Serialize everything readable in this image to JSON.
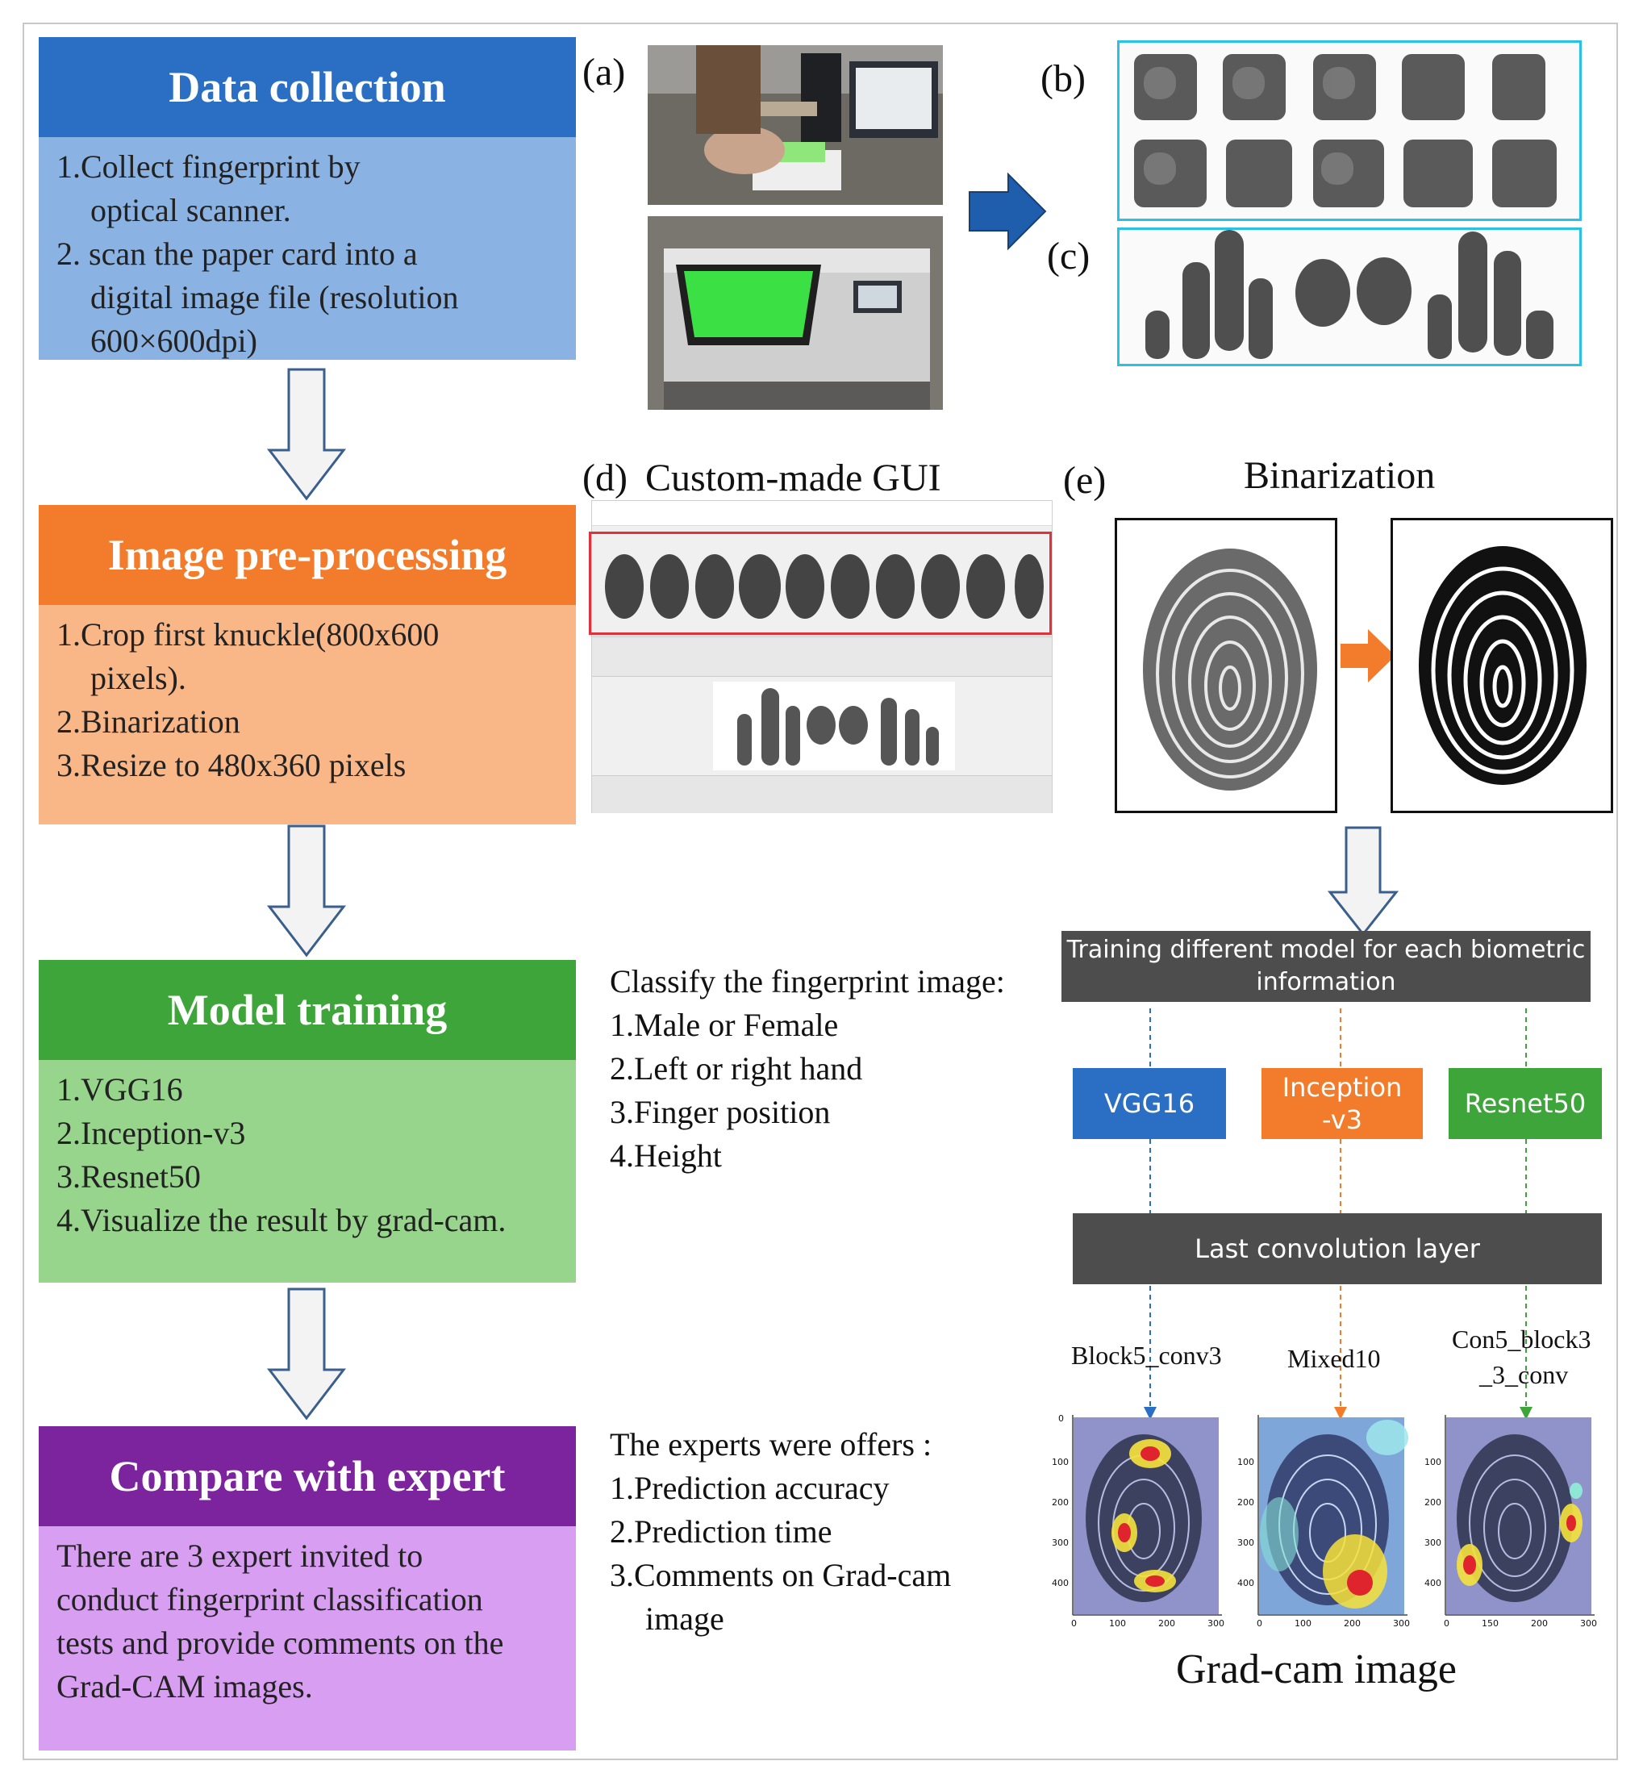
{
  "steps": [
    {
      "title": "Data collection",
      "lines": [
        "1.Collect fingerprint by",
        "optical scanner.",
        "2. scan the  paper card into a",
        "digital image file (resolution",
        "600×600dpi)"
      ],
      "color_head": "#2a6fc4",
      "color_body": "#8ab2e2"
    },
    {
      "title": "Image pre-processing",
      "lines": [
        "1.Crop first knuckle(800x600",
        "pixels).",
        "2.Binarization",
        "3.Resize to 480x360 pixels"
      ],
      "color_head": "#f27c2b",
      "color_body": "#f9b687"
    },
    {
      "title": "Model training",
      "lines": [
        "1.VGG16",
        "2.Inception-v3",
        "3.Resnet50",
        "4.Visualize the result by grad-cam."
      ],
      "color_head": "#3ea53a",
      "color_body": "#96d58b"
    },
    {
      "title": "Compare with expert",
      "lines": [
        "There are 3 expert invited to",
        "conduct fingerprint classification",
        "tests and provide comments on the",
        "Grad-CAM images."
      ],
      "color_head": "#7b249d",
      "color_body": "#d89ef2"
    }
  ],
  "panels": {
    "a": "(a)",
    "b": "(b)",
    "c": "(c)",
    "d": "(d)",
    "d_title": "Custom-made GUI",
    "e": "(e)",
    "e_title": "Binarization"
  },
  "classify": {
    "heading": "Classify the fingerprint image:",
    "items": [
      "1.Male or Female",
      "2.Left or right hand",
      "3.Finger position",
      "4.Height"
    ]
  },
  "experts": {
    "heading": "The experts were offers :",
    "items": [
      "1.Prediction accuracy",
      "2.Prediction time",
      "3.Comments on Grad-cam",
      "image"
    ]
  },
  "training_box": [
    "Training different model for each biometric",
    "information"
  ],
  "models": [
    {
      "name": "VGG16",
      "color": "#2a6fc4"
    },
    {
      "name": "Inception\n-v3",
      "line1": "Inception",
      "line2": "-v3",
      "color": "#f27c2b"
    },
    {
      "name": "Resnet50",
      "color": "#3ea53a"
    }
  ],
  "last_layer": "Last convolution layer",
  "layer_names": [
    "Block5_conv3",
    "Mixed10",
    "Con5_block3",
    "_3_conv"
  ],
  "gradcam_caption": "Grad-cam image",
  "gradcam_ticks": {
    "y": [
      "0",
      "100",
      "200",
      "300",
      "400"
    ],
    "x1": [
      "0",
      "100",
      "200",
      "300"
    ],
    "x3": [
      "0",
      "150",
      "200",
      "300"
    ]
  }
}
